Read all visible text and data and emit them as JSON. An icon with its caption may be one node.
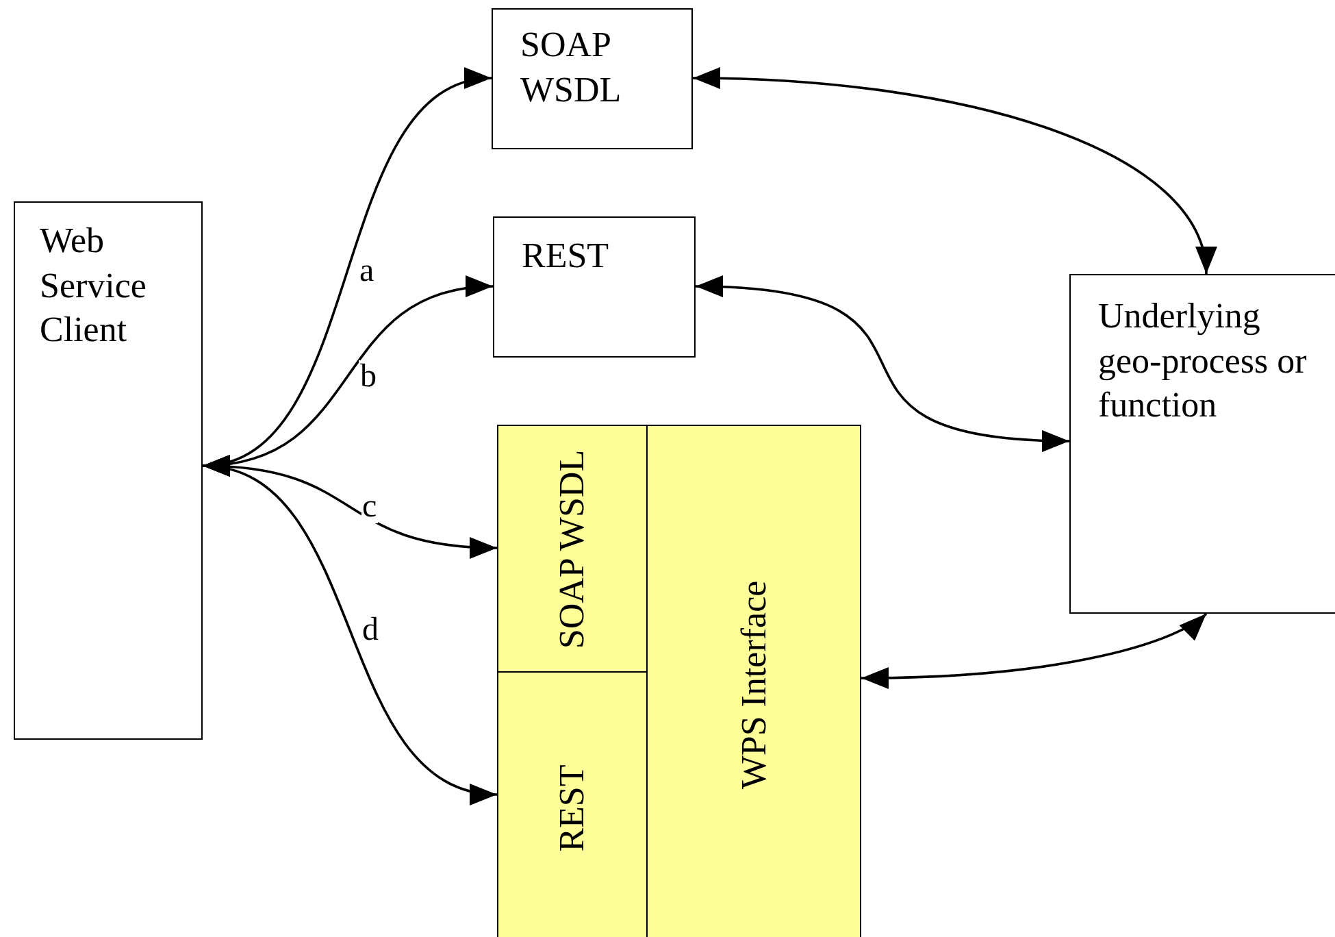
{
  "diagram": {
    "nodes": [
      {
        "text": [
          "Web Service Client"
        ]
      },
      {
        "text": [
          "SOAP WSDL"
        ]
      },
      {
        "text": [
          "REST"
        ]
      },
      {
        "text": [
          "Underlying geo-process or function"
        ]
      },
      {
        "text": [
          "SOAP WSDL"
        ]
      },
      {
        "text": [
          "REST"
        ]
      },
      {
        "text": [
          "WPS Interface"
        ]
      }
    ],
    "edges": [
      {
        "from": 0,
        "to": 1,
        "arrow": "both",
        "label": "a"
      },
      {
        "from": 0,
        "to": 2,
        "arrow": "both",
        "label": "b"
      },
      {
        "from": 0,
        "to": 4,
        "arrow": "both",
        "label": "c"
      },
      {
        "from": 0,
        "to": 5,
        "arrow": "both",
        "label": "d"
      },
      {
        "from": 1,
        "to": 3,
        "arrow": "both"
      },
      {
        "from": 2,
        "to": 3,
        "arrow": "both"
      },
      {
        "from": 6,
        "to": 3,
        "arrow": "both"
      }
    ]
  }
}
